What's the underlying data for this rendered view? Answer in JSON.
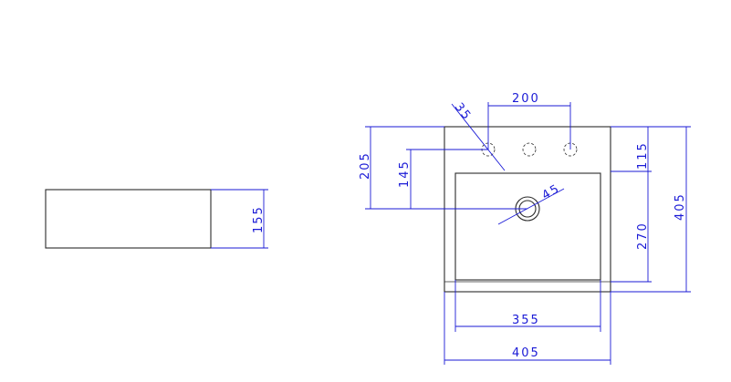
{
  "colors": {
    "outline": "#2b2b2b",
    "dimension": "#1a1ad6",
    "background": "#ffffff"
  },
  "side_view": {
    "height_label": "155"
  },
  "top_view": {
    "tap_spacing_label": "200",
    "tap_hole_diameter_label": "35",
    "drain_diameter_label": "45",
    "tap_row_from_bottom_label": "205",
    "drain_from_bottom_label": "145",
    "tap_row_to_top_label": "115",
    "drain_to_bottom_label": "270",
    "total_depth_label": "405",
    "inner_width_label": "355",
    "outer_width_label": "405"
  }
}
